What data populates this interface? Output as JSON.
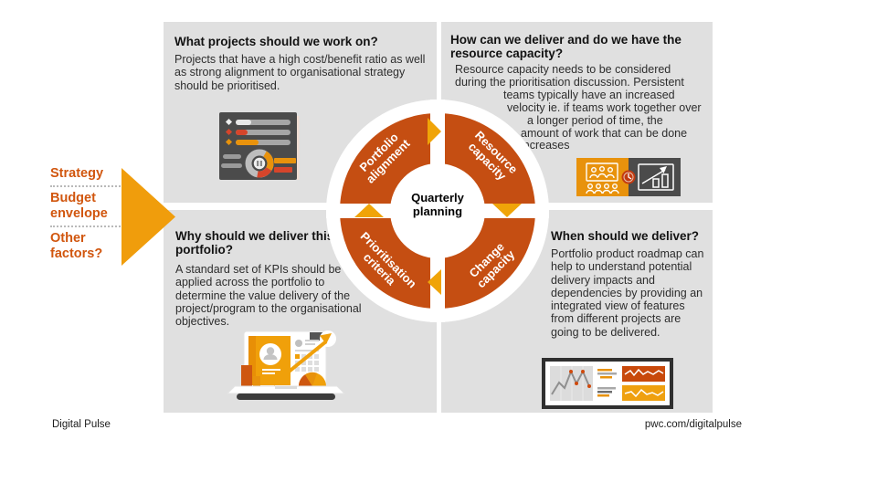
{
  "left_panel": {
    "items": [
      "Strategy",
      "Budget envelope",
      "Other factors?"
    ]
  },
  "cycle": {
    "center_label": "Quarterly planning",
    "segments": [
      {
        "label": "Portfolio alignment"
      },
      {
        "label": "Resource capacity"
      },
      {
        "label": "Prioritisation criteria"
      },
      {
        "label": "Change capacity"
      }
    ]
  },
  "quadrants": {
    "top_left": {
      "heading": "What projects should we work on?",
      "body": "Projects that have a high cost/benefit ratio as well as strong alignment to organisational strategy should be prioritised.",
      "icon": "kpi-dashboard-icon"
    },
    "top_right": {
      "heading": "How can we deliver and do we have the resource capacity?",
      "body_lines": [
        "Resource capacity needs to be considered",
        "during the prioritisation discussion. Persistent",
        "teams typically have an increased",
        "velocity ie. if teams work together over",
        "a longer period of time, the",
        "amount of work that can be done",
        "increases"
      ],
      "icons": [
        "team-icon",
        "clock-icon",
        "growth-chart-icon"
      ]
    },
    "bottom_left": {
      "heading": "Why should we deliver this portfolio?",
      "body": "A standard set of KPIs should be applied across the portfolio to determine the value delivery of the project/program to the organisational objectives.",
      "icon": "laptop-growth-illustration"
    },
    "bottom_right": {
      "heading": "When should we deliver?",
      "body": "Portfolio product roadmap can help to understand potential delivery impacts and dependencies by providing an integrated view of features from different projects are going to be delivered.",
      "icon": "roadmap-dashboard-icon"
    }
  },
  "footer": {
    "left": "Digital Pulse",
    "right": "pwc.com/digitalpulse"
  },
  "colors": {
    "segment_orange": "#c54e12",
    "flow_triangle_amber": "#f0a408",
    "big_arrow_amber": "#f09d0c",
    "factor_text_orange": "#d1560e",
    "quadrant_gray": "#e0e0e0",
    "icon_amber": "#e8920c",
    "icon_dark_gray": "#4b4b4b"
  }
}
